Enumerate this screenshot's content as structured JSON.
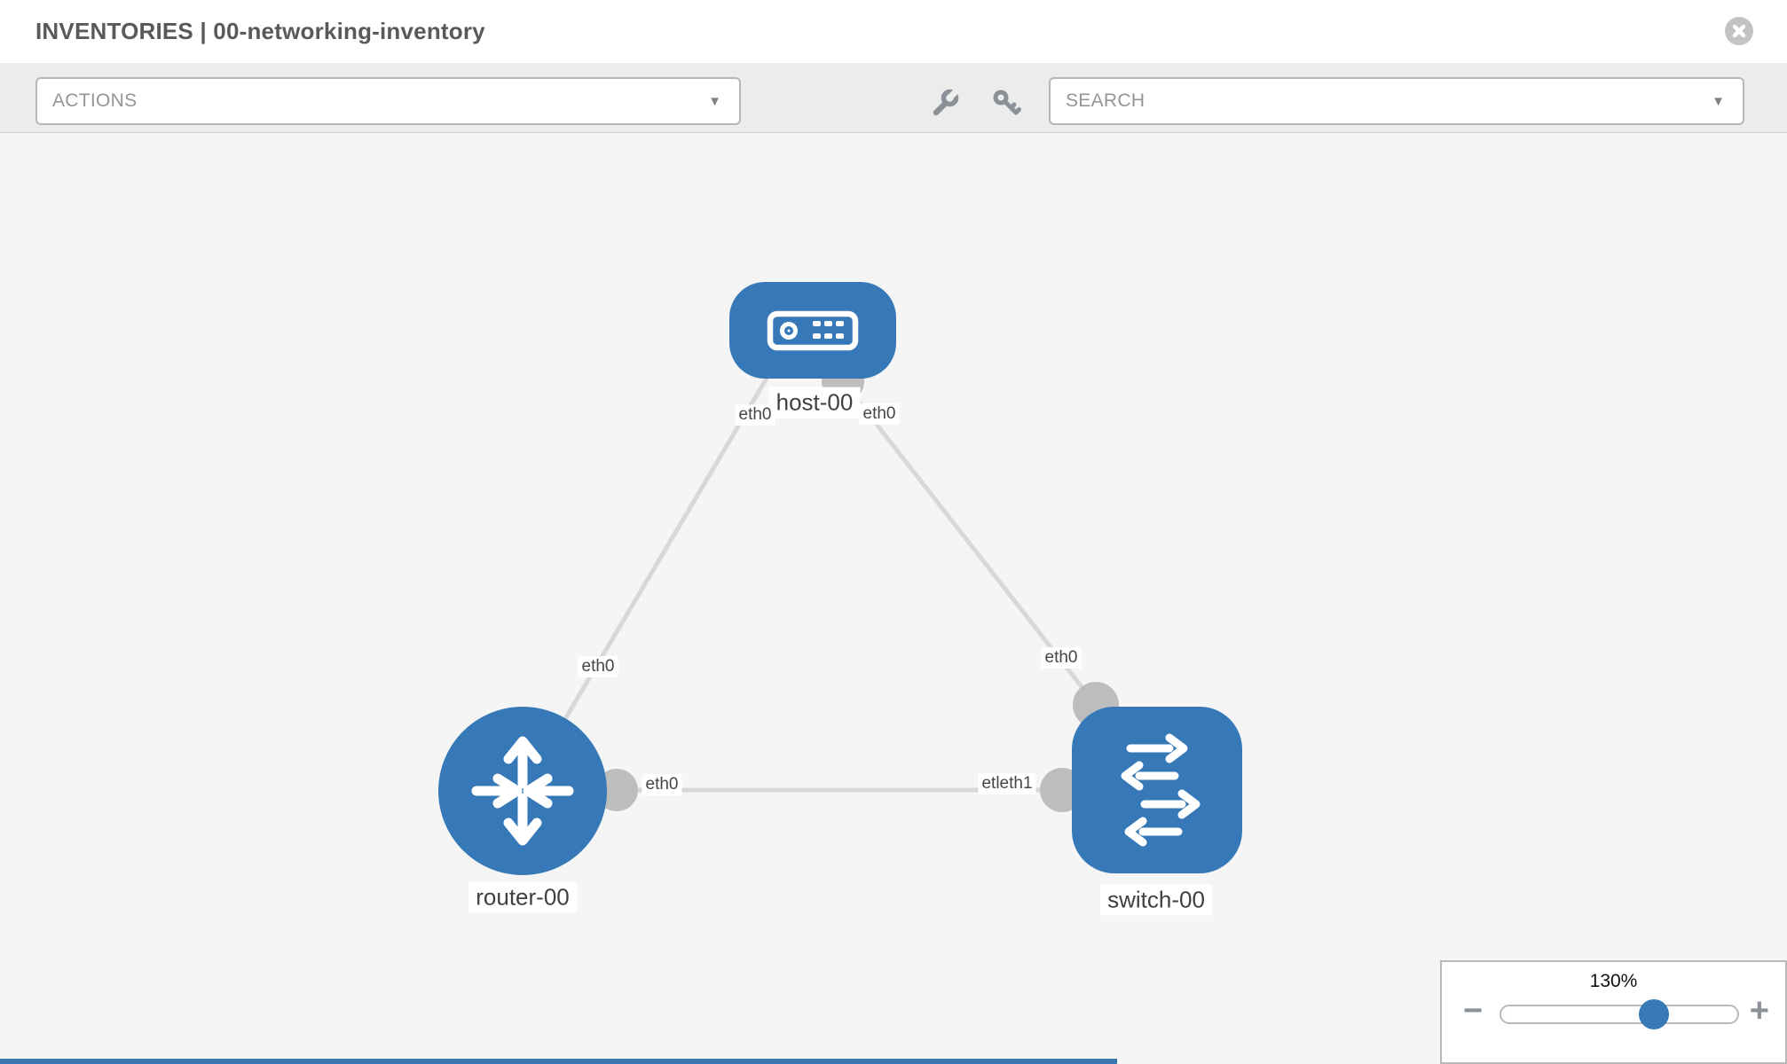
{
  "header": {
    "title": "INVENTORIES | 00-networking-inventory"
  },
  "toolbar": {
    "actions": {
      "label": "ACTIONS",
      "chevron": "▼"
    },
    "search": {
      "label": "SEARCH",
      "chevron": "▼"
    }
  },
  "canvas": {
    "nodes": [
      {
        "id": "host-00",
        "label": "host-00",
        "type": "host"
      },
      {
        "id": "router-00",
        "label": "router-00",
        "type": "router"
      },
      {
        "id": "switch-00",
        "label": "switch-00",
        "type": "switch"
      }
    ],
    "links": [
      {
        "from": "host-00",
        "to": "router-00",
        "from_label": "eth0",
        "to_label": "eth0"
      },
      {
        "from": "host-00",
        "to": "switch-00",
        "from_label": "eth0",
        "to_label": "eth0"
      },
      {
        "from": "router-00",
        "to": "switch-00",
        "from_label": "eth0",
        "to_label": "etleth1"
      }
    ]
  },
  "zoom": {
    "value_label": "130%",
    "percent": 130,
    "minus": "−",
    "plus": "+"
  },
  "colors": {
    "node_blue": "#3779b8",
    "link_gray": "#d8d8d8",
    "port_gray": "#bdbdbd",
    "thumb_blue": "#3778b7",
    "toolbar_gray": "#ececec",
    "canvas_gray": "#f5f5f5",
    "bottom_bar_blue": "#3a76af"
  }
}
